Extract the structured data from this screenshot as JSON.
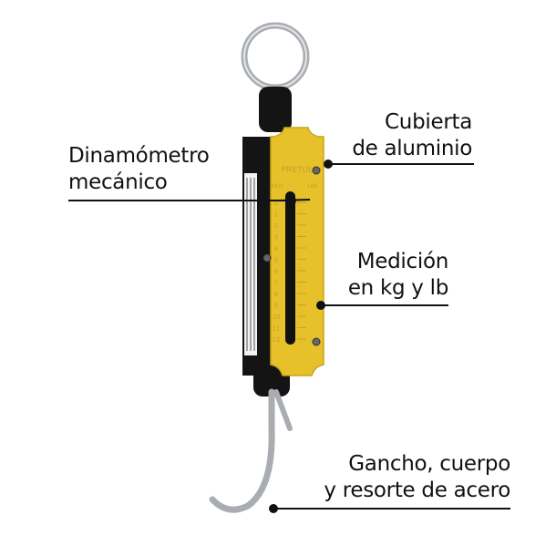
{
  "product": {
    "brand_mark": "PRETUL",
    "scale_left_unit": "KILO",
    "scale_right_unit": "LBS",
    "kg_ticks": [
      "0",
      "1",
      "2",
      "3",
      "4",
      "5",
      "6",
      "7",
      "8",
      "9",
      "10",
      "11",
      "12"
    ],
    "colors": {
      "plate": "#e6c12a",
      "body": "#141414",
      "steel": "#b8bcc0"
    }
  },
  "callouts": [
    {
      "line1": "Dinamómetro",
      "line2": "mecánico"
    },
    {
      "line1": "Cubierta",
      "line2": "de aluminio"
    },
    {
      "line1": "Medición",
      "line2": "en kg y lb"
    },
    {
      "line1": "Gancho, cuerpo",
      "line2": "y resorte de acero"
    }
  ]
}
